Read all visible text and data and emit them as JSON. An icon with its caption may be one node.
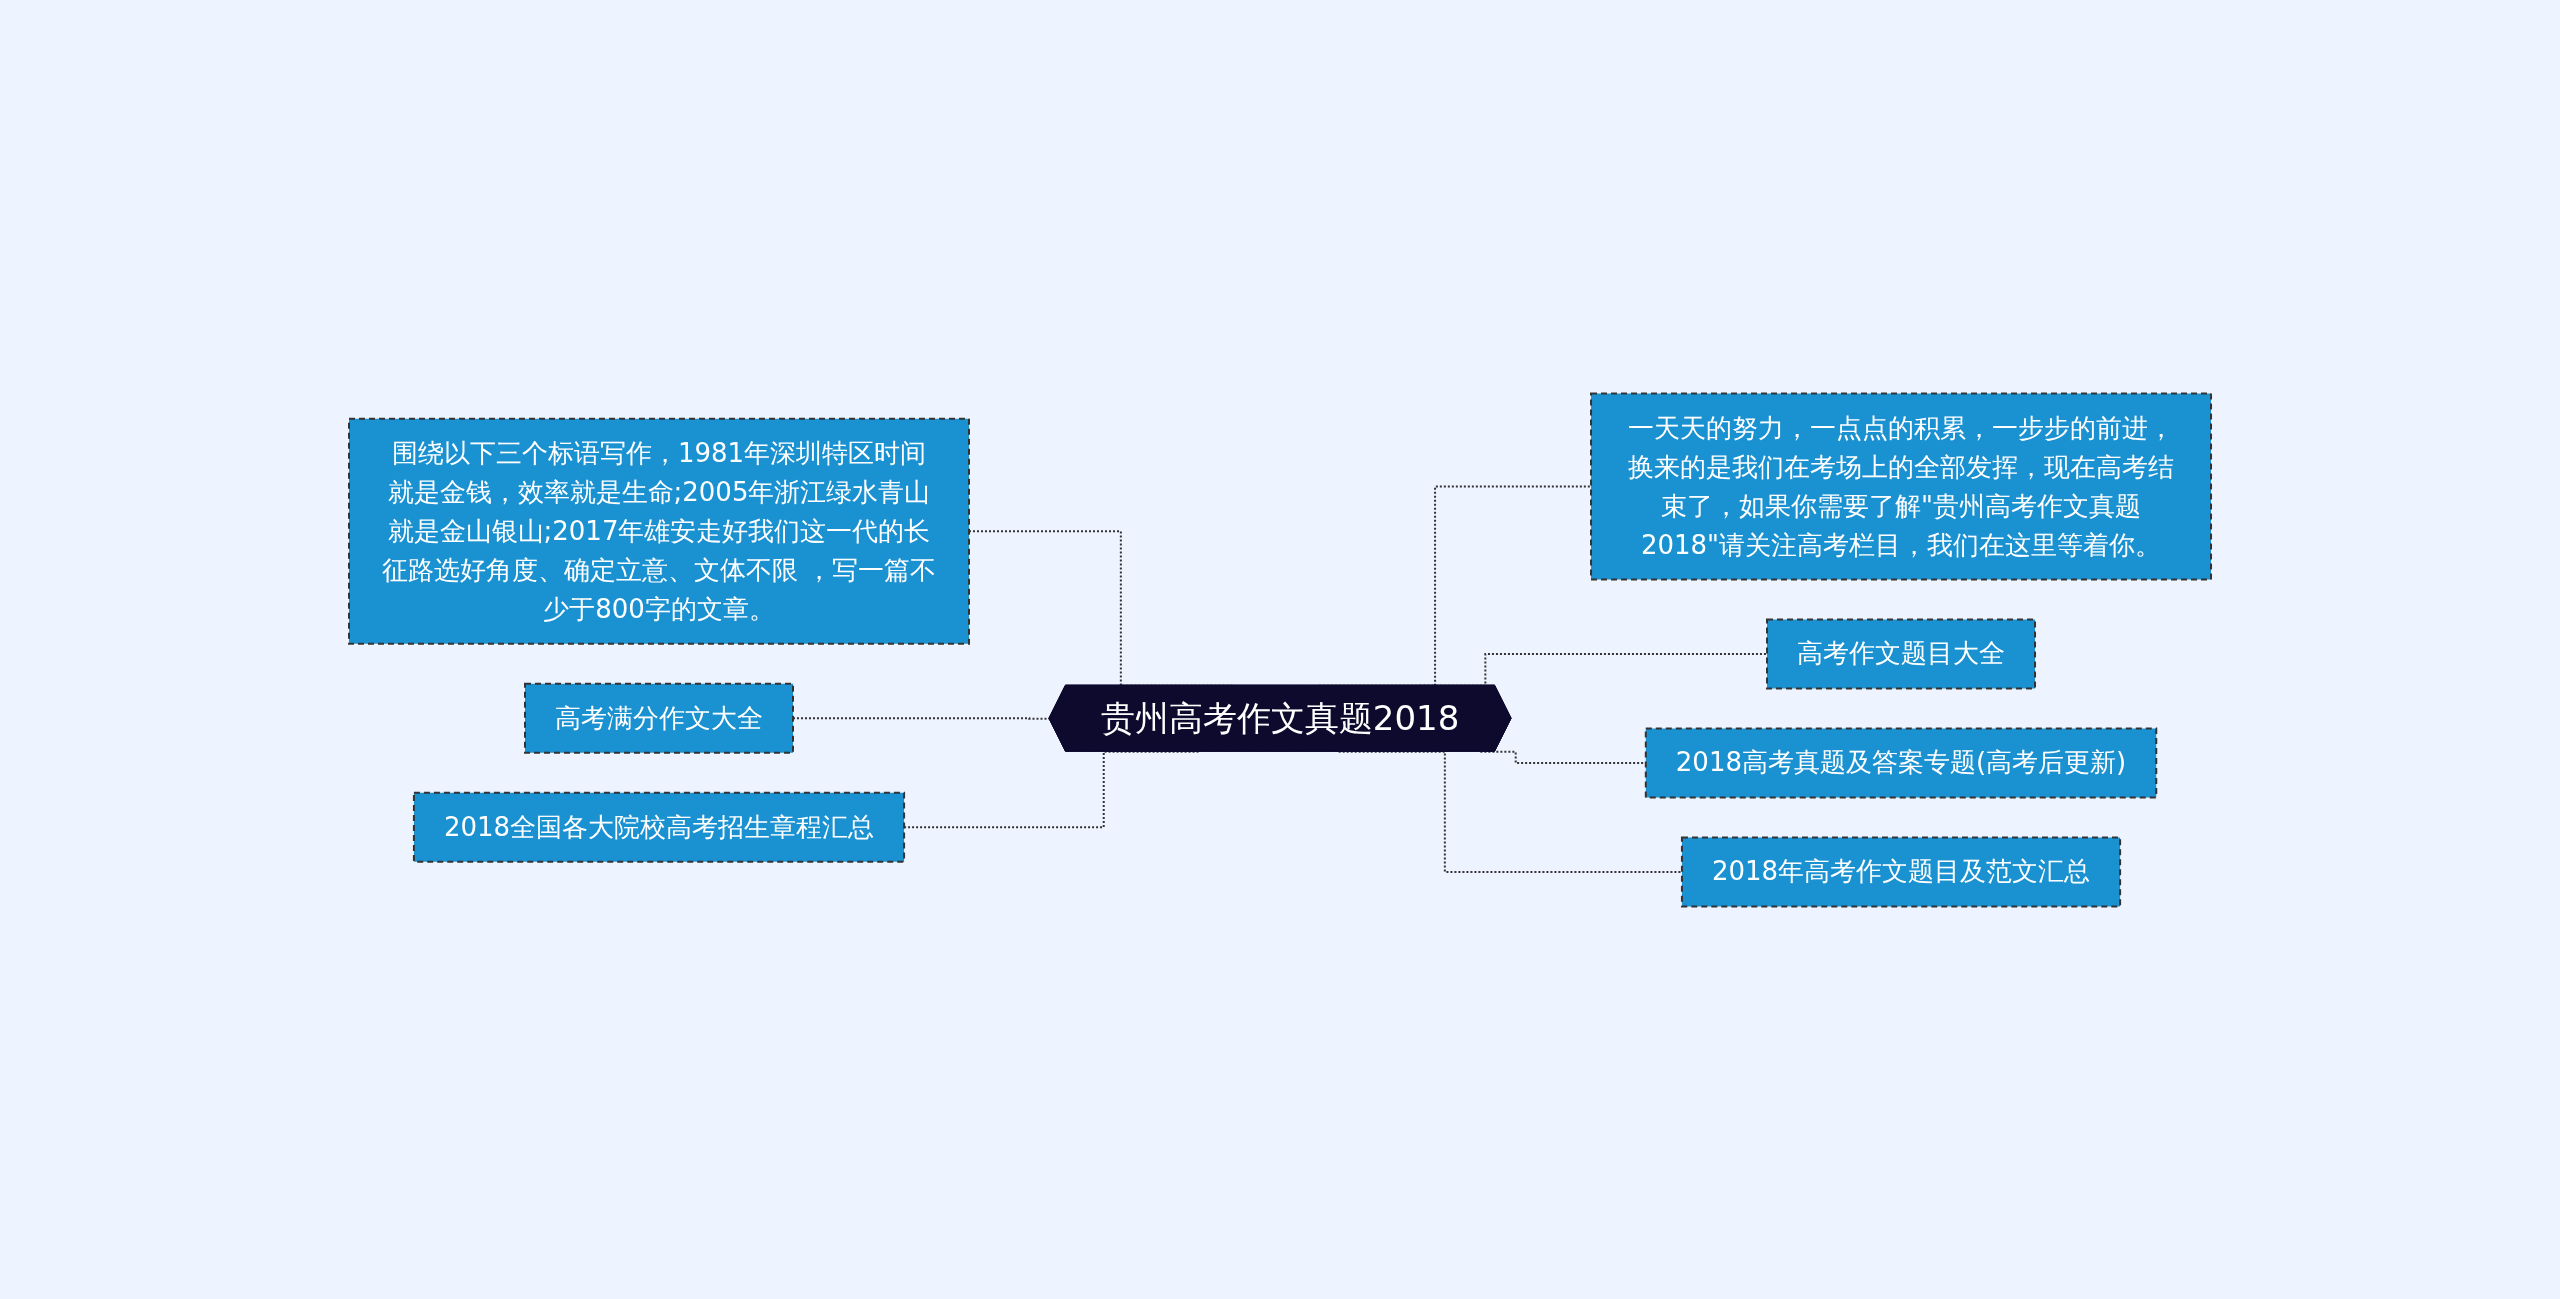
{
  "diagram": {
    "nodes": [
      {
        "text": [
          "贵州高考作文真题2018"
        ]
      },
      {
        "text": [
          "围绕以下三个标语写作，1981年深圳特区时间就是金钱，效率就是生命;2005年浙江绿水青山就是金山银山;2017年雄安走好我们这一代的长征路选好角度、确定立意、文体不限 ，写一篇不少于800字的文章。"
        ]
      },
      {
        "text": [
          "高考满分作文大全"
        ]
      },
      {
        "text": [
          "2018全国各大院校高考招生章程汇总"
        ]
      },
      {
        "text": [
          "一天天的努力，一点点的积累，一步步的前进，换来的是我们在考场上的全部发挥，现在高考结束了，如果你需要了解\"贵州高考作文真题2018\"请关注高考栏目，我们在这里等着你。"
        ]
      },
      {
        "text": [
          "高考作文题目大全"
        ]
      },
      {
        "text": [
          "2018高考真题及答案专题(高考后更新)"
        ]
      },
      {
        "text": [
          "2018年高考作文题目及范文汇总"
        ]
      }
    ],
    "edges": [
      {
        "from": 1,
        "to": 0,
        "arrow": "none",
        "style": "dashed"
      },
      {
        "from": 2,
        "to": 0,
        "arrow": "none",
        "style": "dashed"
      },
      {
        "from": 3,
        "to": 0,
        "arrow": "none",
        "style": "dashed"
      },
      {
        "from": 0,
        "to": 4,
        "arrow": "none",
        "style": "dashed"
      },
      {
        "from": 0,
        "to": 5,
        "arrow": "none",
        "style": "dashed"
      },
      {
        "from": 0,
        "to": 6,
        "arrow": "none",
        "style": "dashed"
      },
      {
        "from": 0,
        "to": 7,
        "arrow": "none",
        "style": "dashed"
      }
    ]
  }
}
